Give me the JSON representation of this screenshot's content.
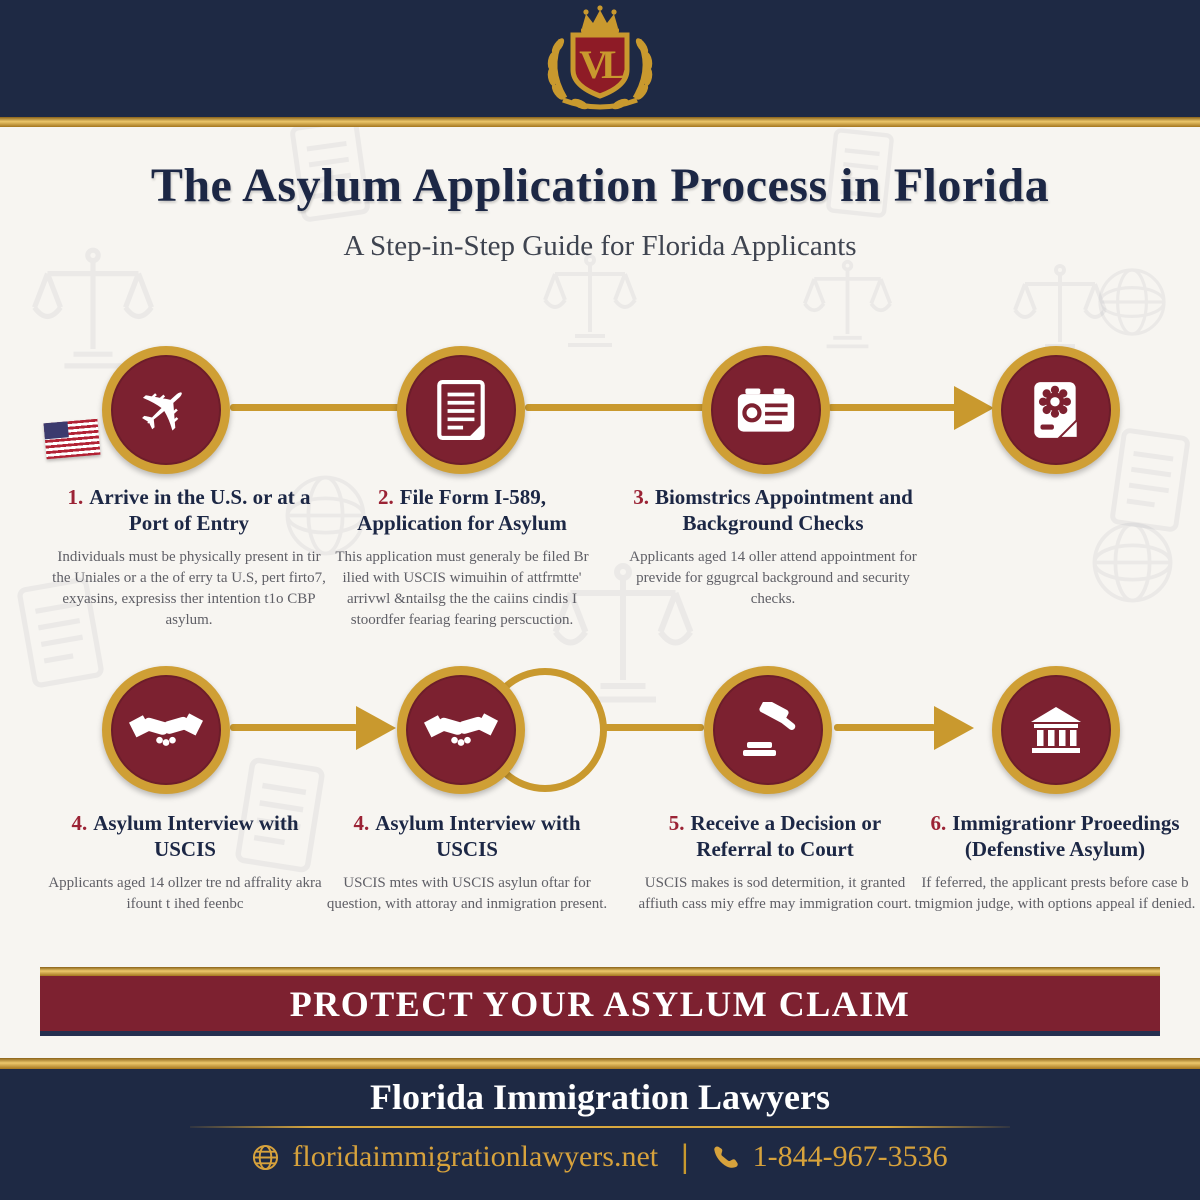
{
  "colors": {
    "navy": "#1e2944",
    "gold": "#c9992e",
    "maroon": "#7d2130",
    "title_navy": "#1c2745",
    "step_number_red": "#9b2335",
    "body_gray": "#5f5f66",
    "footer_gold_text": "#d7a23c"
  },
  "header": {
    "logo_monogram": "VL"
  },
  "title": "The Asylum Application Process in Florida",
  "subtitle": "A Step-in-Step Guide for Florida Applicants",
  "process": {
    "row1": [
      {
        "icon": "airplane-icon",
        "number": "1.",
        "title": "Arrive in the U.S. or at a Port of Entry",
        "description": "Individuals must be physically present in tir the Uniales or a the of erry ta U.S, pert firto7, exyasins, expresiss ther intention t1o CBP asylum."
      },
      {
        "icon": "document-icon",
        "number": "2.",
        "title": "File Form I-589, Application for Asylum",
        "description": "This application must generaly be filed Br ilied with USCIS wimuihin of attfrmtte' arrivwl &ntailsg the the caiins cindis I stoordfer feariag fearing perscuction."
      },
      {
        "icon": "id-badge-icon",
        "number": "3.",
        "title": "Biomstrics Appointment and Background Checks",
        "description": "Applicants aged 14 oller attend appointment for previde for ggugrcal background and security checks."
      },
      {
        "icon": "passport-icon"
      }
    ],
    "row2": [
      {
        "icon": "handshake-icon",
        "number": "4.",
        "title": "Asylum Interview with USCIS",
        "description": "Applicants aged 14 ollzer tre nd affrality akra ifount t ihed feenbc"
      },
      {
        "icon": "handshake-icon",
        "number": "4.",
        "title": "Asylum Interview with USCIS",
        "description": "USCIS mtes with USCIS asylun oftar for question, with attoray and inmigration present."
      },
      {
        "icon": "gavel-icon",
        "number": "5.",
        "title": "Receive a Decision or Referral to Court",
        "description": "USCIS makes is sod determition, it granted affiuth cass miy effre may immigration court."
      },
      {
        "icon": "courthouse-icon",
        "number": "6.",
        "title": "Immigrationr Proeedings (Defenstive Asylum)",
        "description": "If feferred, the applicant prests before case b tmigmion judge, with options appeal if denied."
      }
    ]
  },
  "banner": {
    "text": "PROTECT YOUR ASYLUM CLAIM"
  },
  "footer": {
    "firm_name": "Florida Immigration Lawyers",
    "website": "floridaimmigrationlawyers.net",
    "phone": "1-844-967-3536"
  }
}
